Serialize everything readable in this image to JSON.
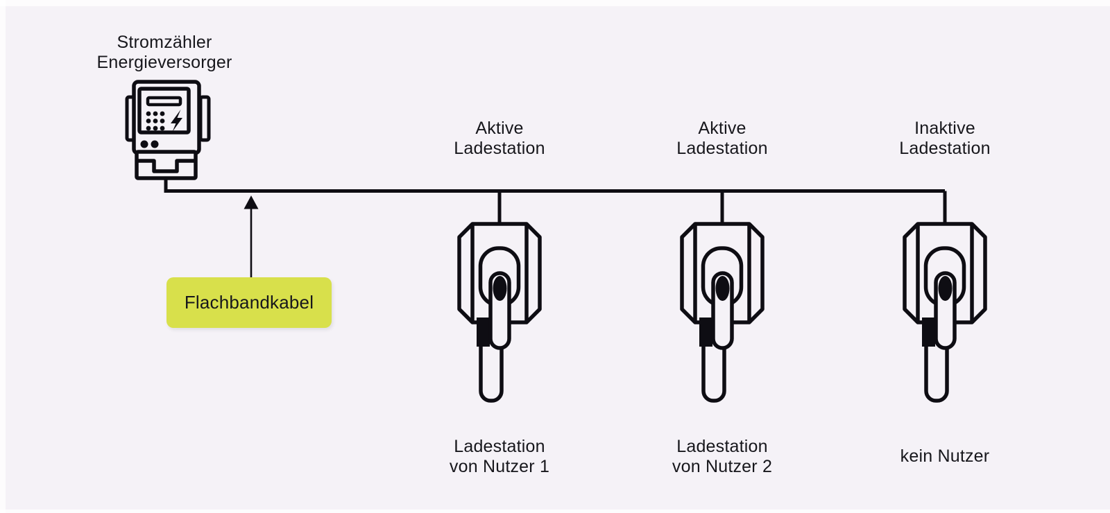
{
  "colors": {
    "background": "#f5f2f7",
    "ink": "#0e0d13",
    "text": "#17171c",
    "callout_fill": "#d8e04b"
  },
  "meter": {
    "label_line1": "Stromzähler",
    "label_line2": "Energieversorger",
    "icon": "electricity-meter-icon"
  },
  "callout": {
    "label": "Flachbandkabel"
  },
  "bus": {
    "description_icon": "ribbon-cable-bus-line",
    "arrow_icon": "up-arrow"
  },
  "stations": [
    {
      "status_line1": "Aktive",
      "status_line2": "Ladestation",
      "user_line1": "Ladestation",
      "user_line2": "von Nutzer 1",
      "icon": "charging-station-icon"
    },
    {
      "status_line1": "Aktive",
      "status_line2": "Ladestation",
      "user_line1": "Ladestation",
      "user_line2": "von Nutzer 2",
      "icon": "charging-station-icon"
    },
    {
      "status_line1": "Inaktive",
      "status_line2": "Ladestation",
      "user_line1": "kein Nutzer",
      "icon": "charging-station-icon"
    }
  ]
}
